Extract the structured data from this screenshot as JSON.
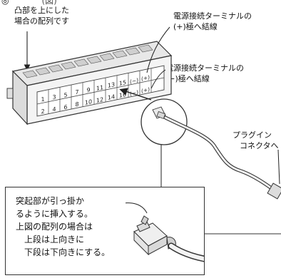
{
  "labels": {
    "corner_glyph": "◎",
    "corner_tail": "(図)",
    "orientation_note": [
      "凸部を上にした",
      "場合の配列です"
    ],
    "plus_terminal_note": [
      "電源接続ターミナルの",
      "(+)極へ結線"
    ],
    "minus_terminal_note": [
      "電源接続ターミナルの",
      "(−)極へ結線"
    ],
    "plugin_connector": [
      "プラグイン",
      "コネクタへ"
    ]
  },
  "connector": {
    "top_row": [
      "1",
      "3",
      "5",
      "7",
      "9",
      "11",
      "13",
      "15",
      "(−)",
      "(+)"
    ],
    "bottom_row": [
      "2",
      "4",
      "6",
      "8",
      "10",
      "12",
      "14",
      "16",
      "(−)",
      "(+)"
    ]
  },
  "instruction_box": {
    "lines": [
      "突起部が引っ掛か",
      "るように挿入する。",
      "上図の配列の場合は",
      "　上段は上向きに",
      "　下段は下向きにする。"
    ]
  }
}
